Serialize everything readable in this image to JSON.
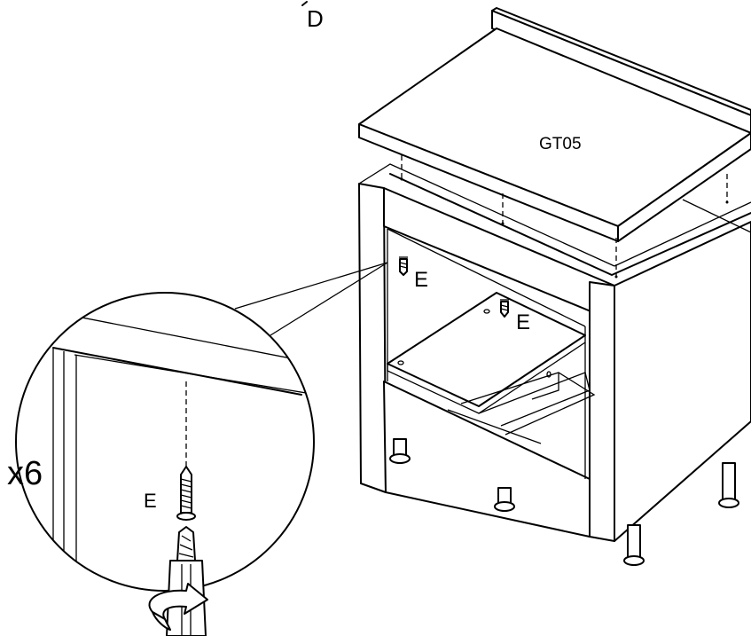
{
  "labels": {
    "part_d": "D",
    "worktop_code": "GT05",
    "screw_e_upper": "E",
    "screw_e_middle": "E",
    "screw_e_detail": "E",
    "quantity": "x6"
  },
  "colors": {
    "line": "#000000",
    "background": "#ffffff"
  },
  "icons": {
    "screw": "screw-icon",
    "screwdriver": "screwdriver-icon",
    "rotation_arrow": "rotate-arrow-icon"
  }
}
